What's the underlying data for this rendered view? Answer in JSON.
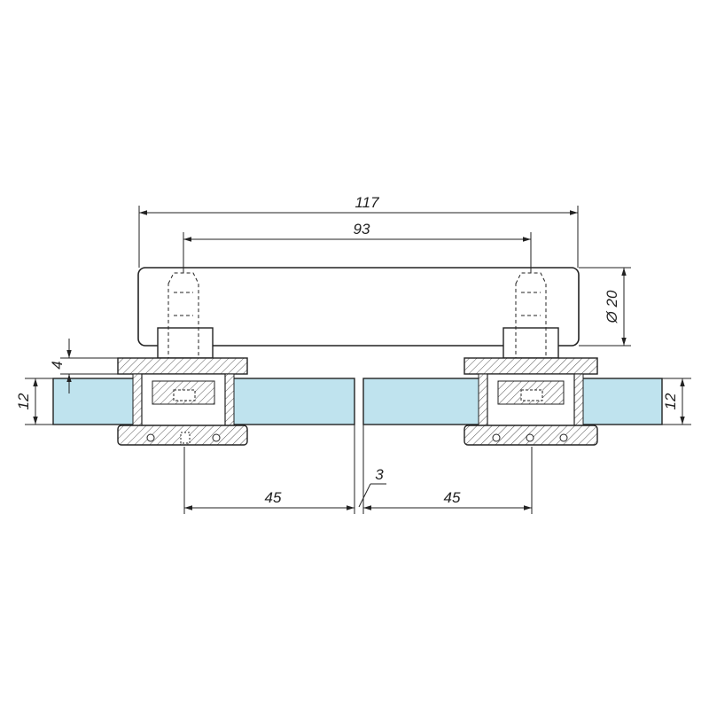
{
  "colors": {
    "glass": "#bfe3ee",
    "glass_edge": "#222222",
    "hatch": "#555555",
    "bar": "#ffffff",
    "line": "#222222"
  },
  "dimensions": {
    "overall_length": "117",
    "center_distance": "93",
    "bar_diameter": "Ø 20",
    "pad_thickness": "4",
    "glass_thickness_left": "12",
    "glass_thickness_right": "12",
    "gap": "3",
    "offset_left": "45",
    "offset_right": "45"
  }
}
